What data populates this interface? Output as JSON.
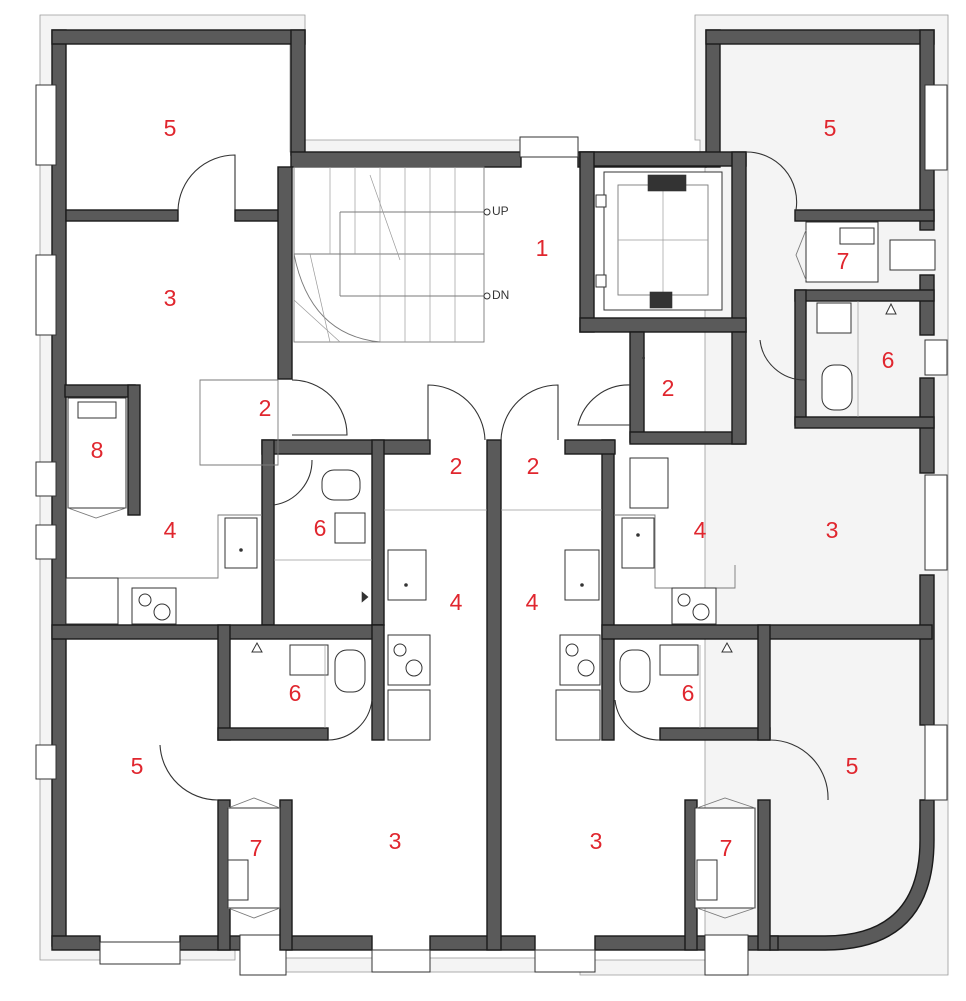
{
  "room_labels": [
    "1",
    "2",
    "3",
    "4",
    "5",
    "6",
    "7",
    "8"
  ],
  "stair_labels": {
    "up": "UP",
    "down": "DN"
  },
  "colors": {
    "room_number": "#e0262e",
    "wall_fill": "#5a5a5a",
    "wall_edge": "#1a1a1a",
    "line": "#333333"
  }
}
